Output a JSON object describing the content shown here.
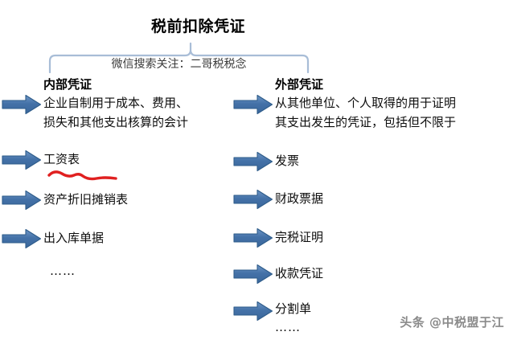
{
  "page": {
    "title": "税前扣除凭证",
    "brace_watermark": "微信搜索关注：二哥税税念",
    "corner_watermark": "头条 @中税盟于江",
    "ellipsis": "……",
    "accent_color": "#4472A8",
    "accent_border_color": "#2E5C8A",
    "squiggle_color": "#E02020",
    "brace_color": "#A8BDD7",
    "text_color": "#0D0D0D"
  },
  "columns": [
    {
      "id": "internal",
      "heading": "内部凭证",
      "description": "企业自制用于成本、费用、\n损失和其他支出核算的会计",
      "items": [
        {
          "label": "工资表"
        },
        {
          "label": "资产折旧摊销表"
        },
        {
          "label": "出入库单据"
        }
      ],
      "trailing_ellipsis": "……"
    },
    {
      "id": "external",
      "heading": "外部凭证",
      "description": "从其他单位、个人取得的用于证明\n其支出发生的凭证，包括但不限于",
      "items": [
        {
          "label": "发票"
        },
        {
          "label": "财政票据"
        },
        {
          "label": "完税证明"
        },
        {
          "label": "收款凭证"
        },
        {
          "label": "分割单"
        }
      ],
      "trailing_ellipsis": "……"
    }
  ]
}
